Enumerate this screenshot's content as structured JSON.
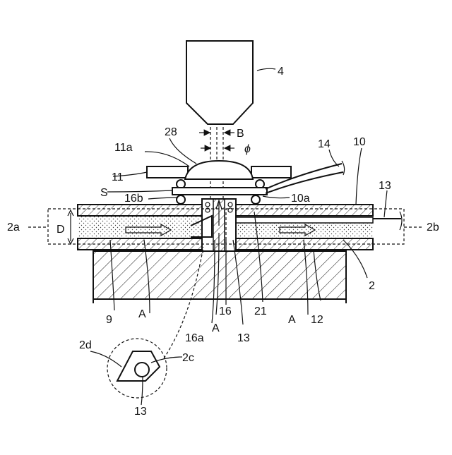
{
  "figure": {
    "labels": {
      "l4": "4",
      "l28": "28",
      "lB": "B",
      "l11a": "11a",
      "lphi": "ϕ",
      "l14": "14",
      "l10": "10",
      "l11": "11",
      "lS": "S",
      "l16b": "16b",
      "l10a": "10a",
      "l13r": "13",
      "l2a": "2a",
      "lD": "D",
      "l2b": "2b",
      "l2": "2",
      "l9": "9",
      "lA1": "A",
      "l16": "16",
      "l21": "21",
      "lA3": "A",
      "l12": "12",
      "l16a": "16a",
      "lA2": "A",
      "l13b": "13",
      "l2d": "2d",
      "l2c": "2c",
      "l13c": "13"
    }
  }
}
